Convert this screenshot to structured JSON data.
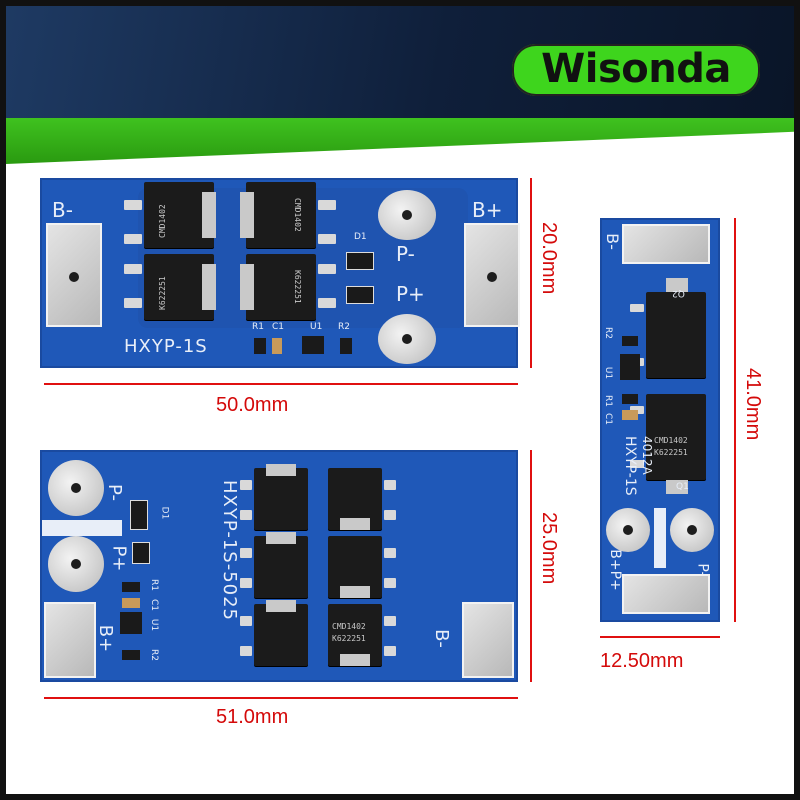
{
  "brand": {
    "name": "Wisonda",
    "pill_color": "#3ed51d"
  },
  "colors": {
    "pcb": "#1f58b8",
    "dimension": "#e01010",
    "pad": "#c8c8c8"
  },
  "boards": {
    "top_left": {
      "model": "HXYP-1S",
      "label_b_minus": "B-",
      "label_b_plus": "B+",
      "label_p_minus": "P-",
      "label_p_plus": "P+",
      "label_d1": "D1",
      "label_r1": "R1",
      "label_c1": "C1",
      "label_u1": "U1",
      "label_r2": "R2",
      "mosfet_codes": [
        "CMD1402",
        "K622251",
        "CMD1402",
        "K622251"
      ],
      "width_dim": "50.0mm",
      "height_dim": "20.0mm"
    },
    "bottom_left": {
      "model": "HXYP-1S-5025",
      "label_b_minus": "B-",
      "label_b_plus": "B+",
      "label_p_minus": "P-",
      "label_p_plus": "P+",
      "label_d1": "D1",
      "label_r1": "R1",
      "label_c1": "C1",
      "label_u1": "U1",
      "label_r2": "R2",
      "mosfet_codes": [
        "CMD1402",
        "K622251"
      ],
      "width_dim": "51.0mm",
      "height_dim": "25.0mm"
    },
    "right": {
      "model": "HXYP-1S",
      "model_sub": "4012A",
      "label_b_minus": "B-",
      "label_b_plus": "B+P+",
      "label_p_minus": "P-",
      "label_q1": "Q1",
      "label_q2": "Q2",
      "label_r2": "R2",
      "label_u1": "U1",
      "label_r1": "R1",
      "label_c1": "C1",
      "mosfet_codes": [
        "CMD1402",
        "K622251"
      ],
      "width_dim": "12.50mm",
      "height_dim": "41.0mm"
    }
  }
}
